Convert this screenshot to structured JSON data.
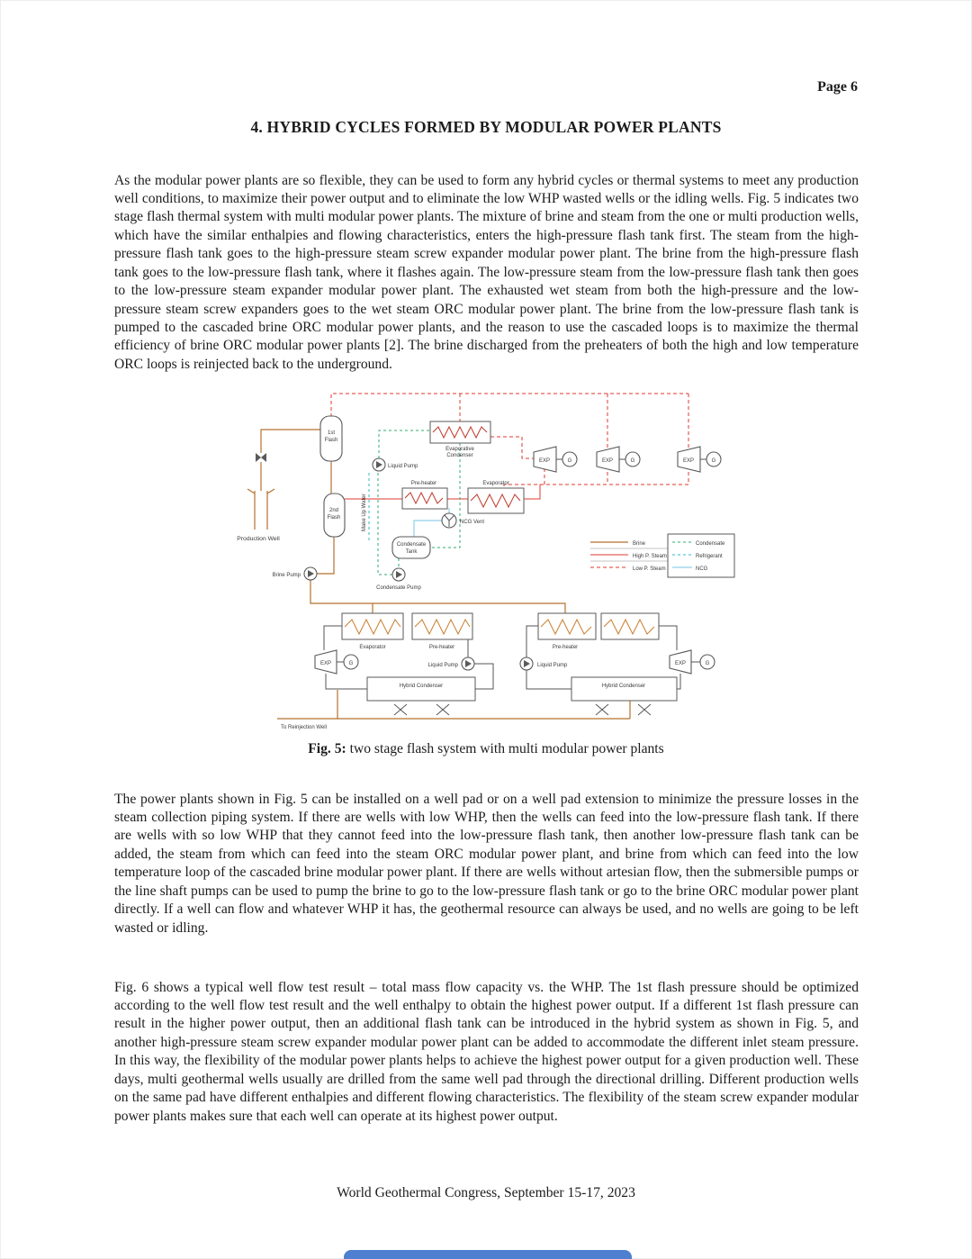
{
  "page": {
    "number": "Page 6",
    "footer": "World Geothermal Congress, September 15-17, 2023"
  },
  "section": {
    "title": "4. HYBRID CYCLES FORMED BY MODULAR POWER PLANTS"
  },
  "paragraphs": {
    "p1": "As the modular power plants are so flexible, they can be used to form any hybrid cycles or thermal systems to meet any production well conditions, to maximize their power output and to eliminate the low WHP wasted wells or the idling wells. Fig. 5 indicates two stage flash thermal system with multi modular power plants. The mixture of brine and steam from the one or multi production wells, which have the similar enthalpies and flowing characteristics, enters the high-pressure flash tank first. The steam from the high-pressure flash tank goes to the high-pressure steam screw expander modular power plant. The brine from the high-pressure flash tank goes to the low-pressure flash tank, where it flashes again. The low-pressure steam from the low-pressure flash tank then goes to the low-pressure steam expander modular power plant. The exhausted wet steam from both the high-pressure and the low-pressure steam screw expanders goes to the wet steam ORC modular power plant. The brine from the low-pressure flash tank is pumped to the cascaded brine ORC modular power plants, and the reason to use the cascaded loops is to maximize the thermal efficiency of brine ORC modular power plants [2]. The brine discharged from the preheaters of both the high and low temperature ORC loops is reinjected back to the underground.",
    "p2": "The power plants shown in Fig. 5 can be installed on a well pad or on a well pad extension to minimize the pressure losses in the steam collection piping system. If there are wells with low WHP, then the wells can feed into the low-pressure flash tank. If there are wells with so low WHP that they cannot feed into the low-pressure flash tank, then another low-pressure flash tank can be added, the steam from which can feed into the steam ORC modular power plant, and brine from which can feed into the low temperature loop of the cascaded brine modular power plant. If there are wells without artesian flow, then the submersible pumps or the line shaft pumps can be used to pump the brine to go to the low-pressure flash tank or go to the brine ORC modular power plant directly. If a well can flow and whatever WHP it has, the geothermal resource can always be used, and no wells are going to be left wasted or idling.",
    "p3": "Fig. 6 shows a typical well flow test result – total mass flow capacity vs. the WHP.  The 1st flash pressure should be optimized according to the well flow test result and the well enthalpy to obtain the highest power output. If a different 1st flash pressure can result in the higher power output, then an additional flash tank can be introduced in the hybrid system as shown in Fig. 5, and another high-pressure steam screw expander modular power plant can be added to accommodate the different inlet steam pressure. In this way, the flexibility of the modular power plants helps to achieve the highest power output for a given production well. These days, multi geothermal wells usually are drilled from the same well pad through the directional drilling. Different production wells on the same pad have different enthalpies and different flowing characteristics. The flexibility of the steam screw expander modular power plants makes sure that each well can operate at its highest power output."
  },
  "figure": {
    "caption_label": "Fig. 5:",
    "caption_text": " two stage flash system with multi modular power plants"
  },
  "diagram": {
    "labels": {
      "flash1_line1": "1st",
      "flash1_line2": "Flash",
      "flash2_line1": "2nd",
      "flash2_line2": "Flash",
      "production_well": "Production Well",
      "brine_pump": "Brine Pump",
      "liquid_pump": "Liquid Pump",
      "evap_condenser_line1": "Evaporative",
      "evap_condenser_line2": "Condenser",
      "pre_heater": "Pre-heater",
      "evaporator": "Evaporator",
      "make_up_water": "Make Up Water",
      "ncg_vent": "NCG Vent",
      "condensate_tank_line1": "Condensate",
      "condensate_tank_line2": "Tank",
      "condensate_pump": "Condensate Pump",
      "exp": "EXP",
      "generator": "G",
      "hybrid_condenser": "Hybrid Condenser",
      "to_reinjection_well": "To Reinjection Well"
    },
    "legend": {
      "brine": "Brine",
      "high_p_steam": "High P. Steam",
      "low_p_steam": "Low P. Steam",
      "condensate": "Condensate",
      "refrigerant": "Refrigerant",
      "ncg": "NCG"
    },
    "colors": {
      "brine": "#b4722e",
      "high_p_steam": "#e03a2f",
      "low_p_steam": "#e03a2f",
      "condensate": "#2fae72",
      "refrigerant": "#31b8c8",
      "ncg": "#8fd0e8",
      "piping": "#555555"
    }
  }
}
